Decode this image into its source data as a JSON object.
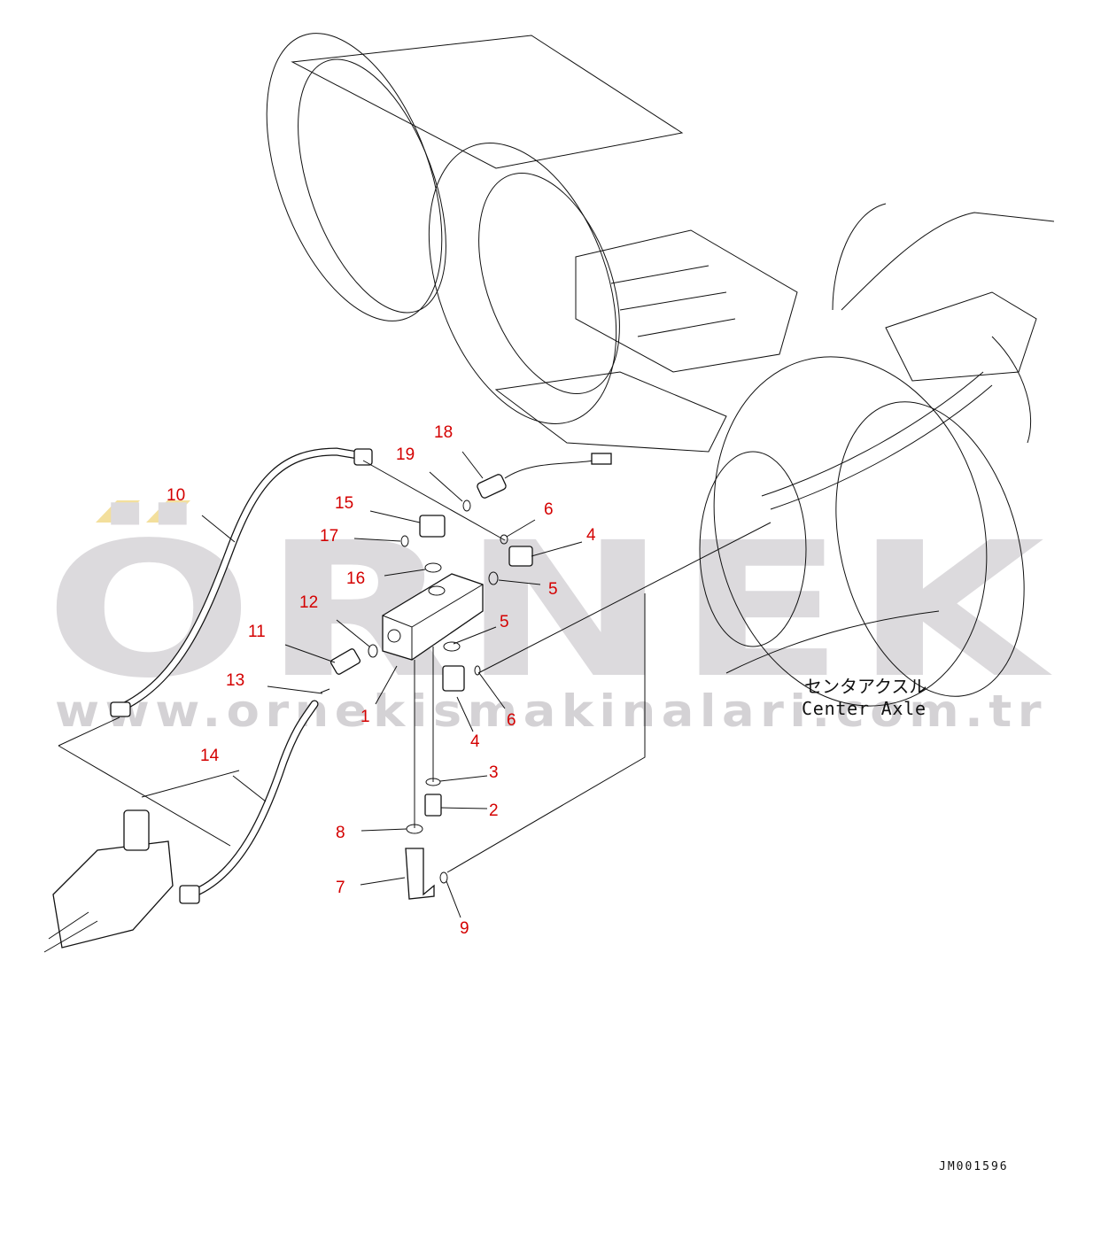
{
  "watermark": {
    "brand": "ÖRNEK",
    "url": "www.ornekismakinalari.com.tr",
    "brand_color": "#dcdadd",
    "accent_color": "#f3df9c"
  },
  "assembly_label": {
    "japanese": "センタアクスル",
    "english": "Center Axle"
  },
  "drawing_code": "JM001596",
  "callouts": [
    {
      "id": "c18",
      "number": "18"
    },
    {
      "id": "c19",
      "number": "19"
    },
    {
      "id": "c10",
      "number": "10"
    },
    {
      "id": "c15",
      "number": "15"
    },
    {
      "id": "c6a",
      "number": "6"
    },
    {
      "id": "c4a",
      "number": "4"
    },
    {
      "id": "c17",
      "number": "17"
    },
    {
      "id": "c16",
      "number": "16"
    },
    {
      "id": "c5a",
      "number": "5"
    },
    {
      "id": "c12",
      "number": "12"
    },
    {
      "id": "c11",
      "number": "11"
    },
    {
      "id": "c5b",
      "number": "5"
    },
    {
      "id": "c13",
      "number": "13"
    },
    {
      "id": "c6b",
      "number": "6"
    },
    {
      "id": "c1",
      "number": "1"
    },
    {
      "id": "c4b",
      "number": "4"
    },
    {
      "id": "c14",
      "number": "14"
    },
    {
      "id": "c3",
      "number": "3"
    },
    {
      "id": "c2",
      "number": "2"
    },
    {
      "id": "c8",
      "number": "8"
    },
    {
      "id": "c7",
      "number": "7"
    },
    {
      "id": "c9",
      "number": "9"
    }
  ]
}
